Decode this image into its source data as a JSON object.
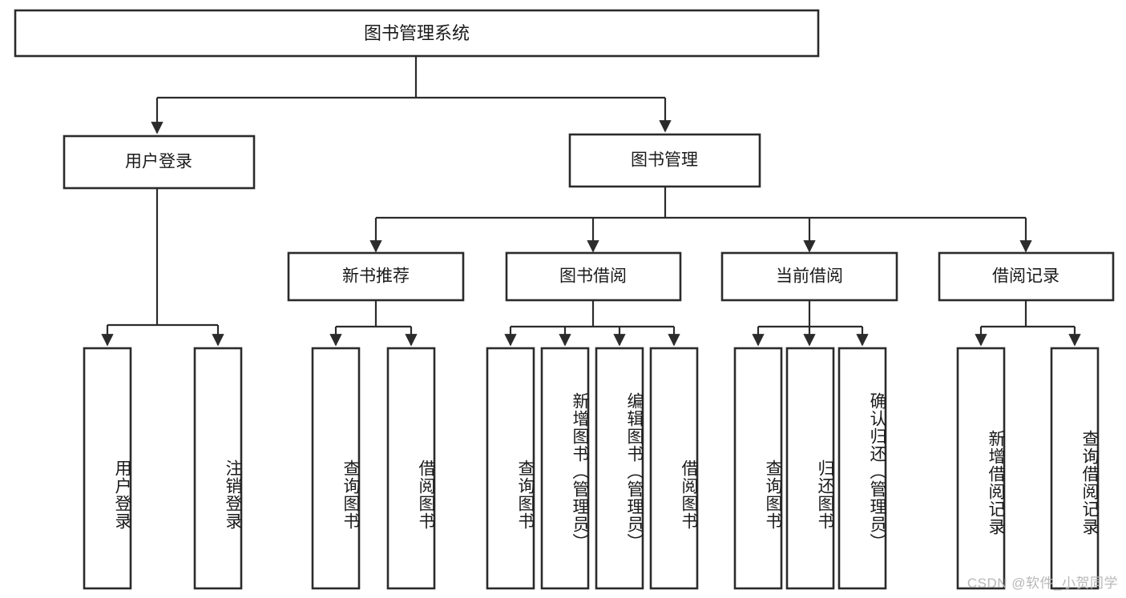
{
  "diagram": {
    "title": "图书管理系统",
    "type": "tree-hierarchy-chart",
    "root": {
      "label": "图书管理系统"
    },
    "level1": [
      {
        "label": "用户登录"
      },
      {
        "label": "图书管理"
      }
    ],
    "level2": [
      {
        "label": "新书推荐"
      },
      {
        "label": "图书借阅"
      },
      {
        "label": "当前借阅"
      },
      {
        "label": "借阅记录"
      }
    ],
    "leaves": {
      "user_login": [
        {
          "label": "用户登录"
        },
        {
          "label": "注销登录"
        }
      ],
      "new_book_recommend": [
        {
          "label": "查询图书"
        },
        {
          "label": "借阅图书"
        }
      ],
      "book_borrow": [
        {
          "label": "查询图书"
        },
        {
          "label": "新增图书（管理员）"
        },
        {
          "label": "编辑图书（管理员）"
        },
        {
          "label": "借阅图书"
        }
      ],
      "current_borrow": [
        {
          "label": "查询图书"
        },
        {
          "label": "归还图书"
        },
        {
          "label": "确认归还（管理员）"
        }
      ],
      "borrow_record": [
        {
          "label": "新增借阅记录"
        },
        {
          "label": "查询借阅记录"
        }
      ]
    }
  },
  "watermark": {
    "text": "CSDN @软件_小贺同学"
  },
  "colors": {
    "stroke": "#2b2b2b",
    "fill": "#ffffff",
    "text": "#1a1a1a",
    "watermark": "#b8b8b8"
  }
}
